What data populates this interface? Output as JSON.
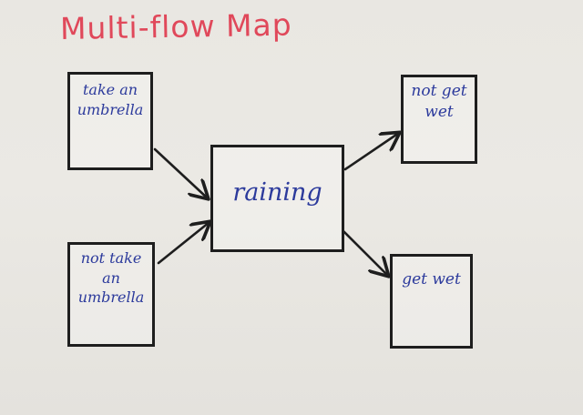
{
  "title": "Multi-flow Map",
  "colors": {
    "title": "#e0485a",
    "text": "#2c3a9c",
    "line": "#1e1e1e"
  },
  "causes": [
    {
      "label": "take an\numbrella"
    },
    {
      "label": "not take\nan\numbrella"
    }
  ],
  "event": {
    "label": "raining"
  },
  "effects": [
    {
      "label": "not get\nwet"
    },
    {
      "label": "get wet"
    }
  ]
}
